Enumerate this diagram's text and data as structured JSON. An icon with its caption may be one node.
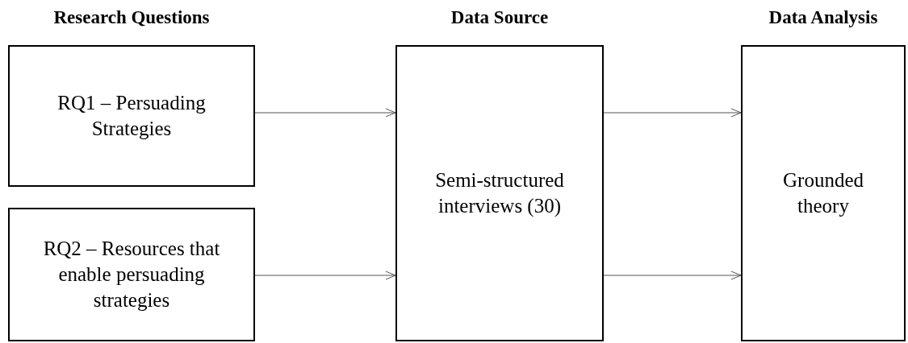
{
  "diagram": {
    "nodes": [
      {
        "text": [
          "RQ1 – Persuading Strategies"
        ]
      },
      {
        "text": [
          "RQ2 – Resources that enable persuading strategies"
        ]
      },
      {
        "text": [
          "Semi-structured interviews (30)"
        ]
      },
      {
        "text": [
          "Grounded theory"
        ]
      }
    ],
    "edges": [
      {
        "from": 0,
        "to": 2,
        "arrow": "to"
      },
      {
        "from": 1,
        "to": 2,
        "arrow": "to"
      },
      {
        "from": 2,
        "to": 3,
        "arrow": "to"
      },
      {
        "from": 2,
        "to": 3,
        "arrow": "to"
      }
    ],
    "labels": [
      "Research Questions",
      "Data Source",
      "Data Analysis"
    ]
  }
}
